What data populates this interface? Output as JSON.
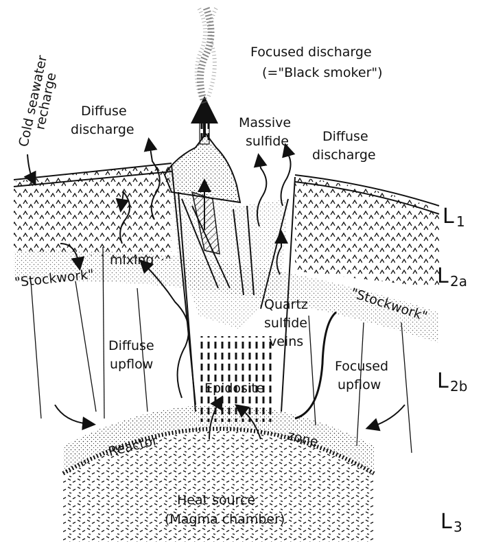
{
  "labels": {
    "focused_discharge": "Focused discharge",
    "black_smoker": "(=\"Black smoker\")",
    "cold_seawater_1": "Cold seawater",
    "cold_seawater_2": "recharge",
    "diffuse_discharge_left_1": "Diffuse",
    "diffuse_discharge_left_2": "discharge",
    "massive_sulfide_1": "Massive",
    "massive_sulfide_2": "sulfide",
    "diffuse_discharge_right_1": "Diffuse",
    "diffuse_discharge_right_2": "discharge",
    "mixing": "mixing",
    "stockwork_left": "\"Stockwork\"",
    "stockwork_right": "\"Stockwork\"",
    "quartz_1": "Quartz",
    "quartz_2": "sulfide",
    "quartz_3": "veins",
    "diffuse_upflow_1": "Diffuse",
    "diffuse_upflow_2": "upflow",
    "focused_upflow_1": "Focused",
    "focused_upflow_2": "upflow",
    "epidosite": "Epidosite",
    "reactor": "Reactor",
    "zone": "zone",
    "heat_source_1": "Heat source",
    "heat_source_2": "(Magma chamber)"
  },
  "layers": {
    "l1_main": "L",
    "l1_sub": "1",
    "l2a_main": "L",
    "l2a_sub": "2a",
    "l2b_main": "L",
    "l2b_sub": "2b",
    "l3_main": "L",
    "l3_sub": "3"
  }
}
